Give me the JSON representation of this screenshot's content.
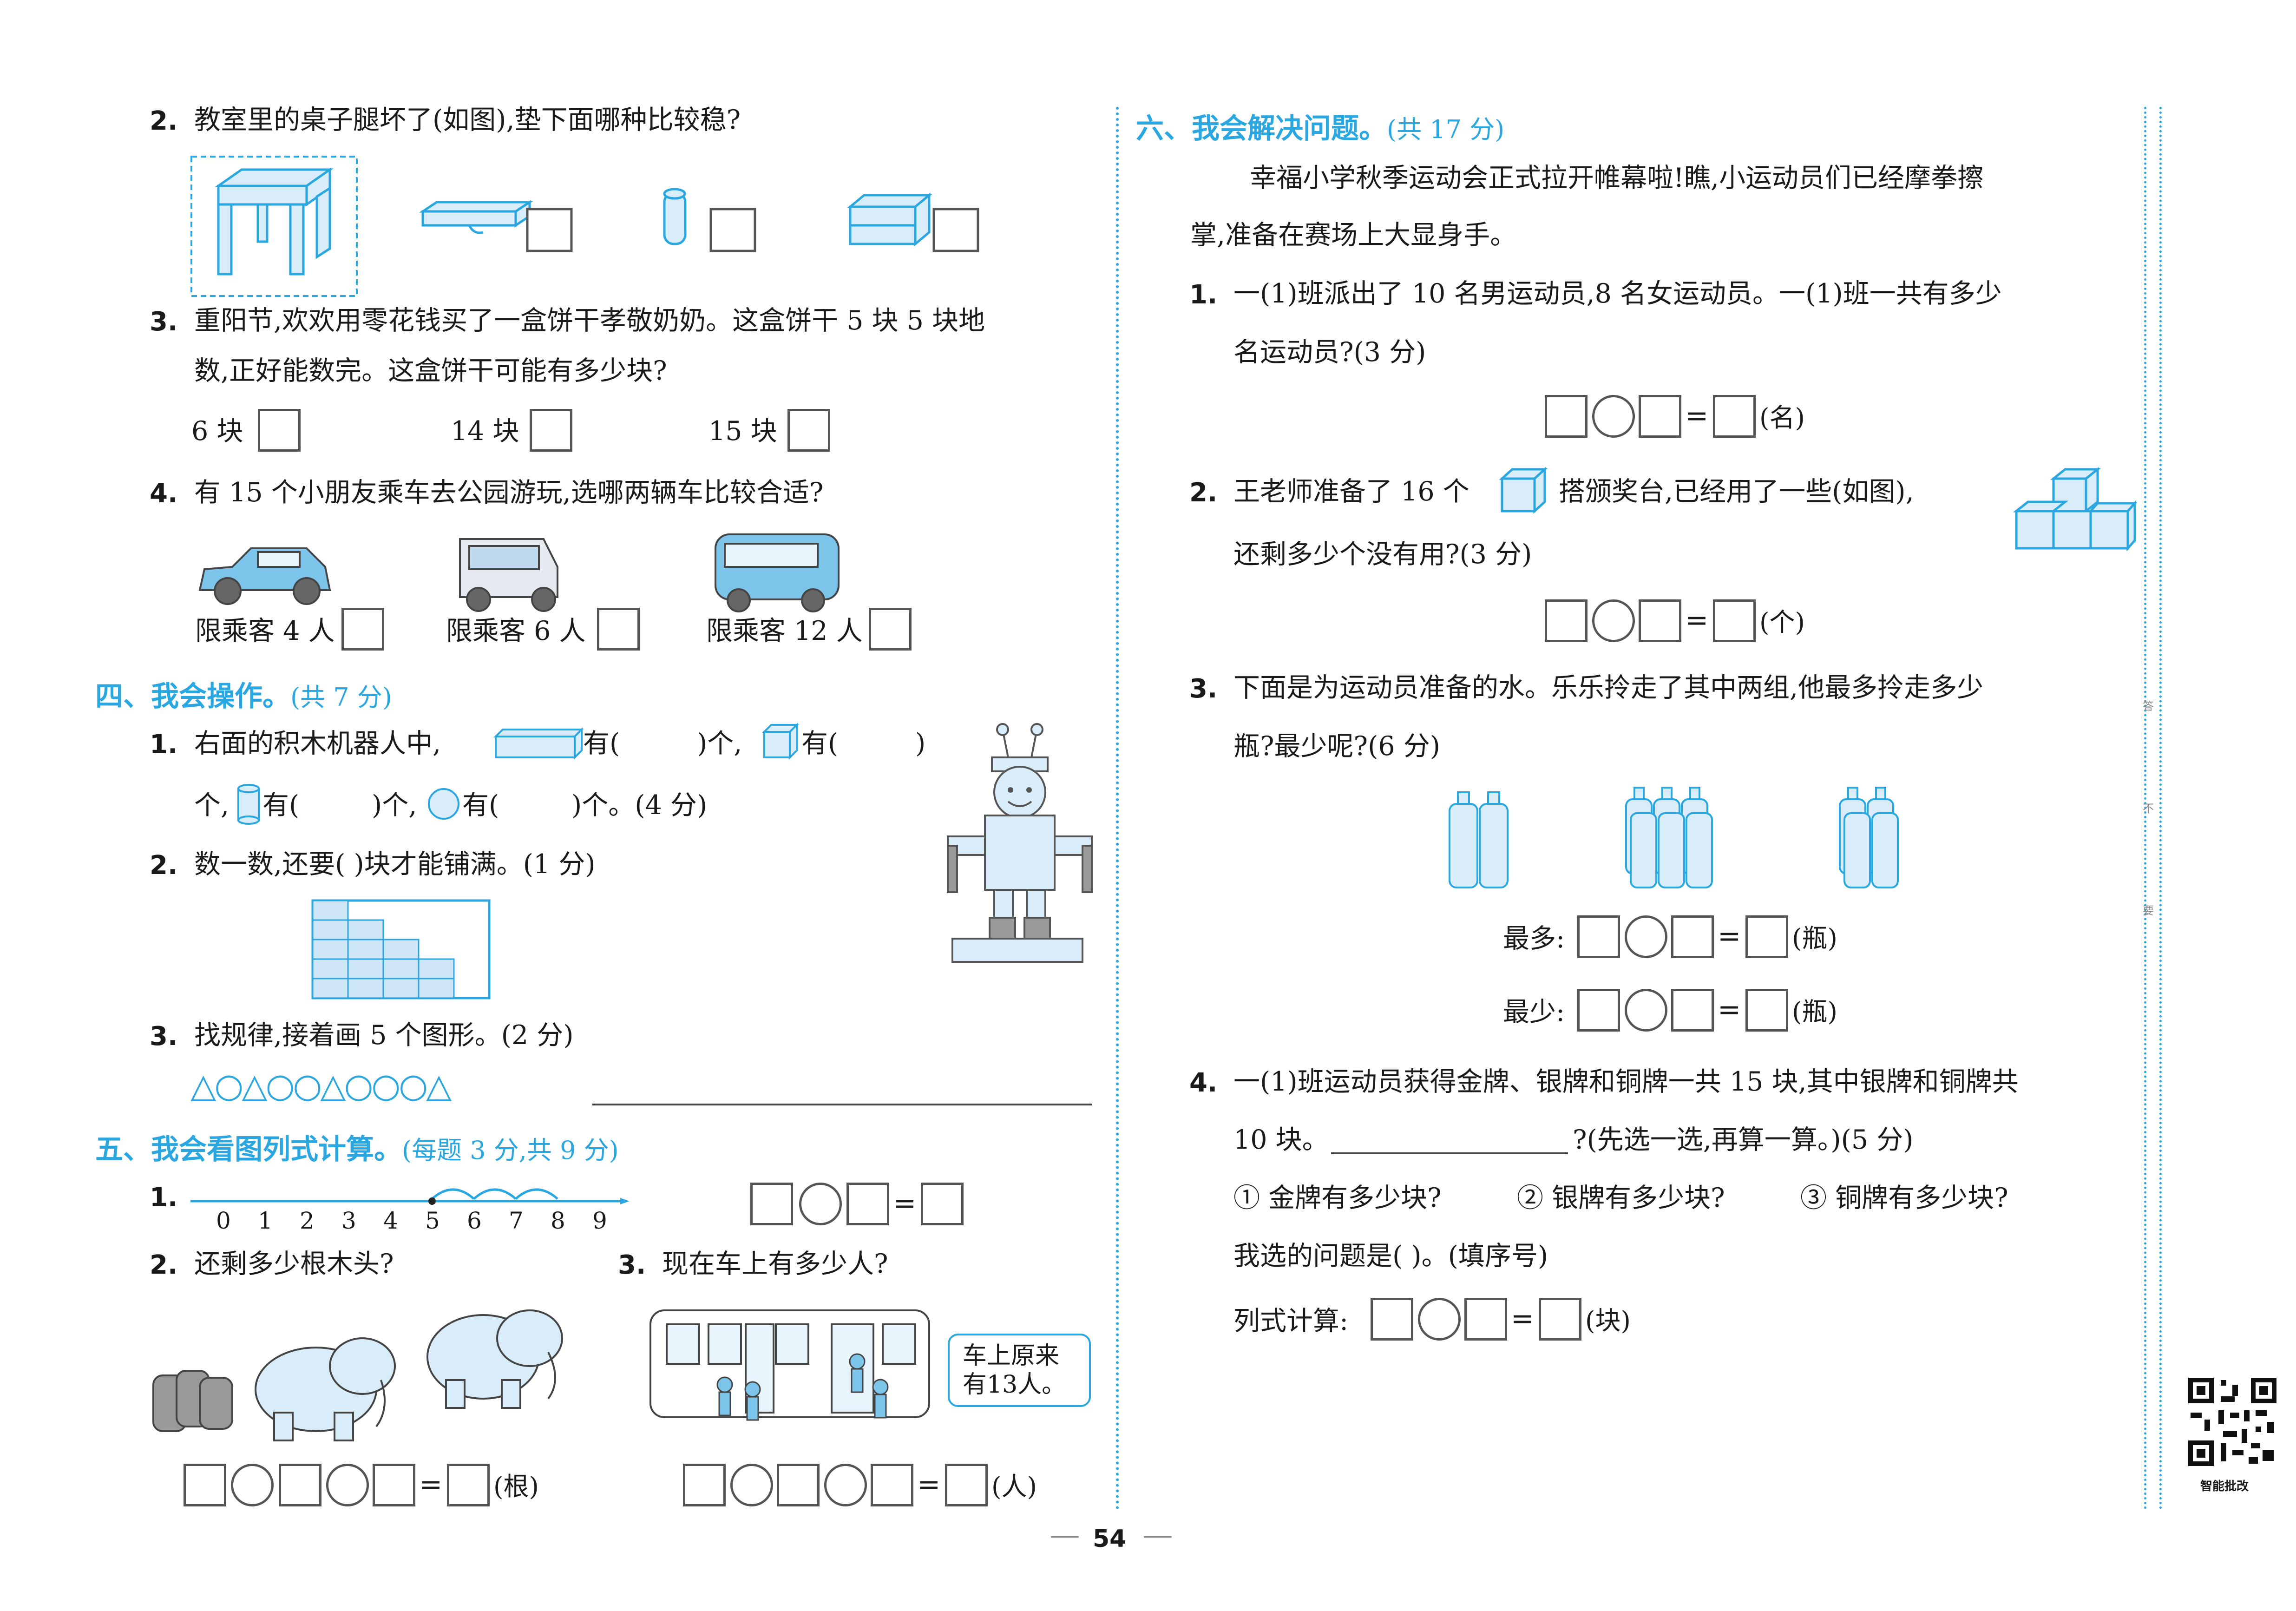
{
  "left": {
    "q2": {
      "num": "2.",
      "text": "教室里的桌子腿坏了(如图),垫下面哪种比较稳?"
    },
    "q3": {
      "num": "3.",
      "line1": "重阳节,欢欢用零花钱买了一盒饼干孝敬奶奶。这盒饼干 5 块 5 块地",
      "line2": "数,正好能数完。这盒饼干可能有多少块?",
      "opts": [
        "6 块",
        "14 块",
        "15 块"
      ]
    },
    "q4": {
      "num": "4.",
      "text": "有 15 个小朋友乘车去公园游玩,选哪两辆车比较合适?",
      "opts": [
        "限乘客 4 人",
        "限乘客 6 人",
        "限乘客 12 人"
      ]
    },
    "sec4": {
      "title": "四、我会操作。",
      "pts": "(共 7 分)"
    },
    "s4q1": {
      "num": "1.",
      "a": "右面的积木机器人中,",
      "b": "有(",
      "c": ")个,",
      "d": "有(",
      "e": ")",
      "f": "个,",
      "g": "有(",
      "h": ")个,",
      "i": "有(",
      "j": ")个。(4 分)"
    },
    "s4q2": {
      "num": "2.",
      "text": "数一数,还要(      )块才能铺满。(1 分)"
    },
    "s4q3": {
      "num": "3.",
      "text": "找规律,接着画 5 个图形。(2 分)",
      "pattern": "△○△○○△○○○△"
    },
    "sec5": {
      "title": "五、我会看图列式计算。",
      "pts": "(每题 3 分,共 9 分)"
    },
    "s5q1": {
      "num": "1.",
      "ticks": [
        "0",
        "1",
        "2",
        "3",
        "4",
        "5",
        "6",
        "7",
        "8",
        "9"
      ]
    },
    "s5q2": {
      "num": "2.",
      "text": "还剩多少根木头?",
      "unit": "(根)"
    },
    "s5q3": {
      "num": "3.",
      "text": "现在车上有多少人?",
      "bubble1": "车上原来",
      "bubble2": "有13人。",
      "unit": "(人)"
    }
  },
  "right": {
    "sec6": {
      "title": "六、我会解决问题。",
      "pts": "(共 17 分)"
    },
    "intro1": "幸福小学秋季运动会正式拉开帷幕啦!瞧,小运动员们已经摩拳擦",
    "intro2": "掌,准备在赛场上大显身手。",
    "q1": {
      "num": "1.",
      "line1": "一(1)班派出了 10 名男运动员,8 名女运动员。一(1)班一共有多少",
      "line2": "名运动员?(3 分)",
      "unit": "(名)"
    },
    "q2": {
      "num": "2.",
      "a": "王老师准备了 16 个",
      "b": "搭颁奖台,已经用了一些(如图),",
      "line2": "还剩多少个没有用?(3 分)",
      "unit": "(个)"
    },
    "q3": {
      "num": "3.",
      "line1": "下面是为运动员准备的水。乐乐拎走了其中两组,他最多拎走多少",
      "line2": "瓶?最少呢?(6 分)",
      "most": "最多:",
      "least": "最少:",
      "unit": "(瓶)"
    },
    "q4": {
      "num": "4.",
      "line1": "一(1)班运动员获得金牌、银牌和铜牌一共 15 块,其中银牌和铜牌共",
      "line2a": "10 块。",
      "line2b": "?(先选一选,再算一算。)(5 分)",
      "opts": [
        "① 金牌有多少块?",
        "② 银牌有多少块?",
        "③ 铜牌有多少块?"
      ],
      "choose": "我选的问题是(      )。(填序号)",
      "calc": "列式计算:",
      "unit": "(块)"
    }
  },
  "margin": {
    "c1": "答",
    "c2": "不",
    "c3": "要"
  },
  "footer": {
    "page": "54",
    "qr_label": "智能批改"
  },
  "colors": {
    "accent": "#2aa7e0",
    "fill": "#cfe6f7",
    "line": "#555555"
  }
}
